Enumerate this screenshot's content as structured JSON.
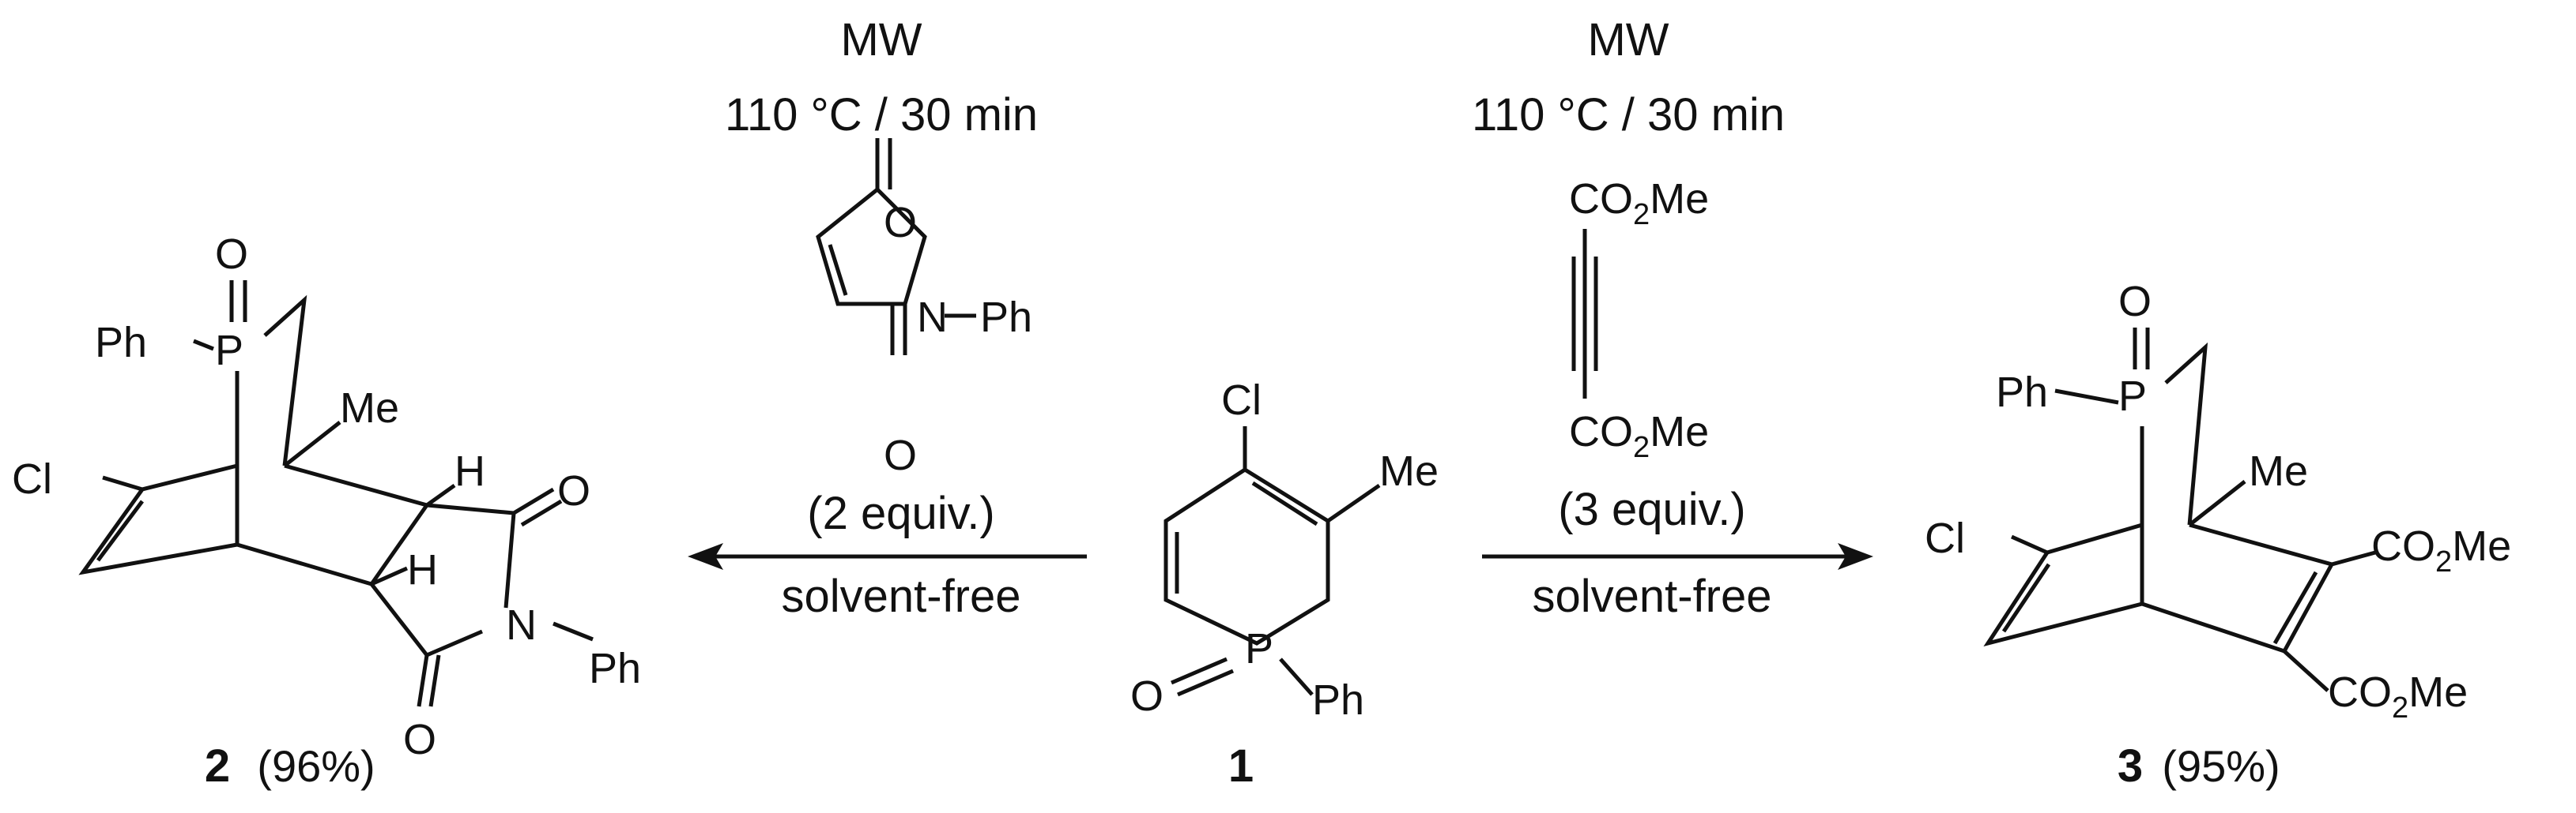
{
  "colors": {
    "ink": "#111111",
    "background": "#ffffff"
  },
  "left_reaction": {
    "condition_top": "MW",
    "condition_temp_time": "110 °C / 30 min",
    "reagent": {
      "n_label": "N",
      "ph_label": "Ph",
      "o_top": "O",
      "o_bottom": "O"
    },
    "equiv": "(2 equiv.)",
    "solvent": "solvent-free"
  },
  "right_reaction": {
    "condition_top": "MW",
    "condition_temp_time": "110 °C / 30 min",
    "reagent": {
      "top_group": {
        "main": "CO",
        "sub": "2",
        "tail": "Me"
      },
      "bottom_group": {
        "main": "CO",
        "sub": "2",
        "tail": "Me"
      }
    },
    "equiv": "(3 equiv.)",
    "solvent": "solvent-free"
  },
  "starting_material": {
    "number": "1",
    "cl": "Cl",
    "me": "Me",
    "p": "P",
    "o": "O",
    "ph": "Ph"
  },
  "product_2": {
    "number": "2",
    "yield": "(96%)",
    "o_top": "O",
    "p": "P",
    "ph_p": "Ph",
    "me": "Me",
    "cl": "Cl",
    "h_top": "H",
    "h_bottom": "H",
    "o_right": "O",
    "o_bottom": "O",
    "n": "N",
    "ph_n": "Ph"
  },
  "product_3": {
    "number": "3",
    "yield": "(95%)",
    "o_top": "O",
    "p": "P",
    "ph_p": "Ph",
    "me": "Me",
    "cl": "Cl",
    "ester_top": {
      "main": "CO",
      "sub": "2",
      "tail": "Me"
    },
    "ester_bottom": {
      "main": "CO",
      "sub": "2",
      "tail": "Me"
    }
  }
}
